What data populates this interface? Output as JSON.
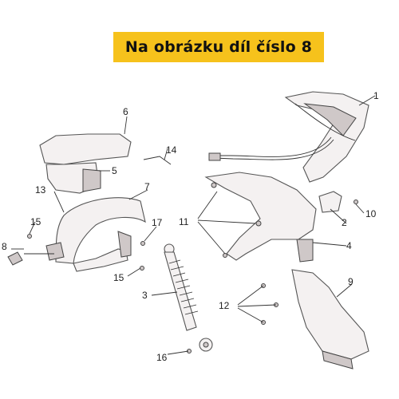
{
  "banner": {
    "text": "Na obrázku díl číslo 8"
  },
  "callouts": {
    "c1": "1",
    "c2": "2",
    "c3": "3",
    "c4": "4",
    "c5": "5",
    "c6": "6",
    "c7": "7",
    "c8": "8",
    "c9": "9",
    "c10": "10",
    "c11": "11",
    "c12": "12",
    "c13": "13",
    "c14": "14",
    "c15a": "15",
    "c15b": "15",
    "c16": "16",
    "c17": "17"
  },
  "highlight_color": "#f6c21c"
}
